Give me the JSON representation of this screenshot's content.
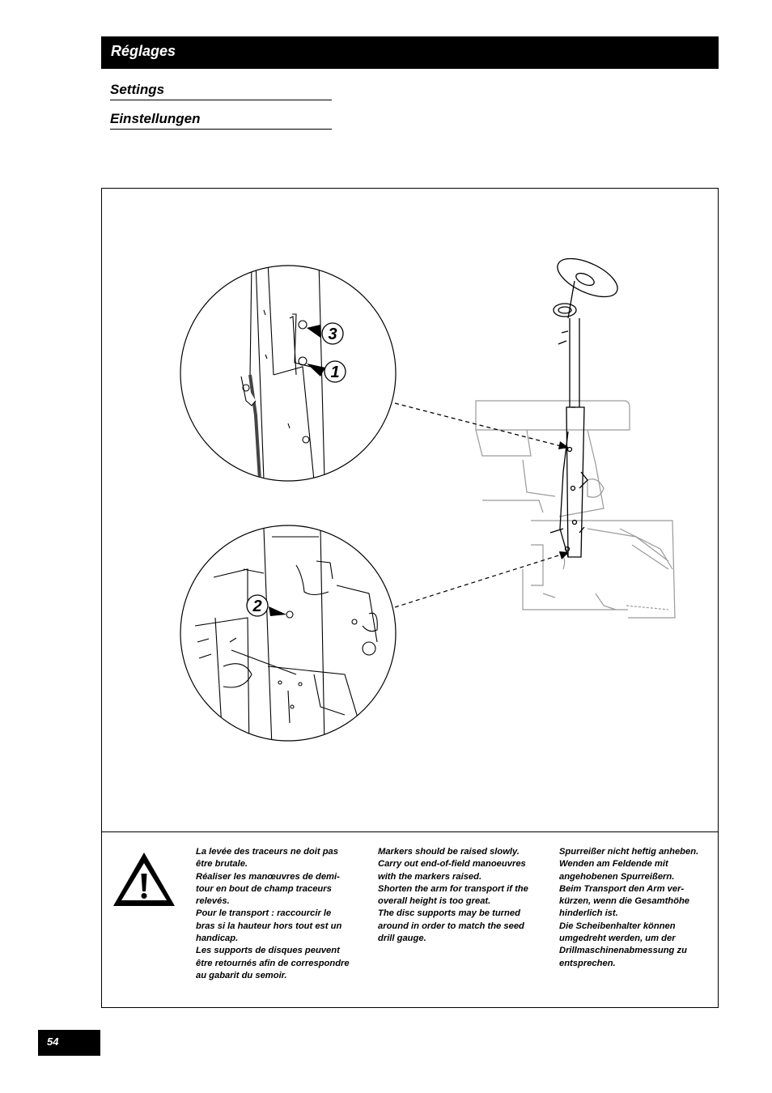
{
  "header": {
    "title": "Réglages"
  },
  "subtitles": [
    "Settings",
    "Einstellungen"
  ],
  "callouts": {
    "c1": "1",
    "c2": "2",
    "c3": "3"
  },
  "notes": {
    "fr": [
      "La levée des traceurs ne doit pas être brutale.",
      "Réaliser les manœuvres de demi-tour en bout de champ traceurs relevés.",
      "Pour le transport : raccourcir le bras si la hauteur hors tout est un handicap.",
      "Les supports de disques peuvent être retournés afin de correspondre au gabarit du semoir."
    ],
    "en": [
      "Markers should be raised slowly.",
      "Carry out end-of-field manoeuvres with the markers raised.",
      "Shorten the arm for transport if the overall height is too great.",
      "The disc supports may be turned around in order to match the seed drill gauge."
    ],
    "de": [
      "Spurreißer nicht heftig anheben.",
      "Wenden am Feldende mit angehobenen Spurreißern.",
      "Beim Transport den Arm ver-kürzen, wenn die Gesamthöhe hinderlich ist.",
      "Die Scheibenhalter können umgedreht werden, um der Drillmaschinenabmessung zu entsprechen."
    ]
  },
  "page_number": "54",
  "icons": {
    "warning": "warning-triangle-icon"
  }
}
